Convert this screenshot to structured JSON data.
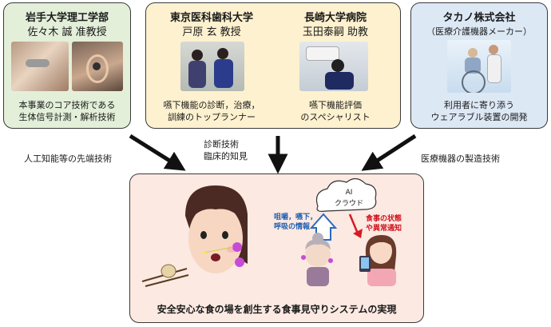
{
  "iwate": {
    "org": "岩手大学理工学部",
    "person": "佐々木 誠 准教授",
    "desc1": "本事業のコア技術である",
    "desc2": "生体信号計測・解析技術"
  },
  "tmdu": {
    "org": "東京医科歯科大学",
    "person": "戸原 玄 教授",
    "desc1": "嚥下機能の診断，治療，",
    "desc2": "訓練のトップランナー"
  },
  "nagasaki": {
    "org": "長崎大学病院",
    "person": "玉田泰嗣 助教",
    "desc1": "嚥下機能評価",
    "desc2": "のスペシャリスト"
  },
  "takano": {
    "org": "タカノ株式会社",
    "sub": "（医療介護機器メーカー）",
    "desc1": "利用者に寄り添う",
    "desc2": "ウェアラブル装置の開発"
  },
  "arrows": {
    "left": "人工知能等の先端技術",
    "center1": "診断技術",
    "center2": "臨床的知見",
    "right": "医療機器の製造技術"
  },
  "bottom": {
    "cloud1": "AI",
    "cloud2": "クラウド",
    "info1": "咀嚼，嚥下，",
    "info2": "呼吸の情報",
    "alert1": "食事の状態",
    "alert2": "や異常通知",
    "caption": "安全安心な食の場を創生する食事見守りシステムの実現"
  },
  "colors": {
    "green_box": "#e3efd9",
    "yellow_box": "#fdf1cf",
    "blue_box": "#dde8f5",
    "pink_box": "#fbe9e2",
    "info_text": "#1f5fb0",
    "alert_text": "#d0101a"
  }
}
